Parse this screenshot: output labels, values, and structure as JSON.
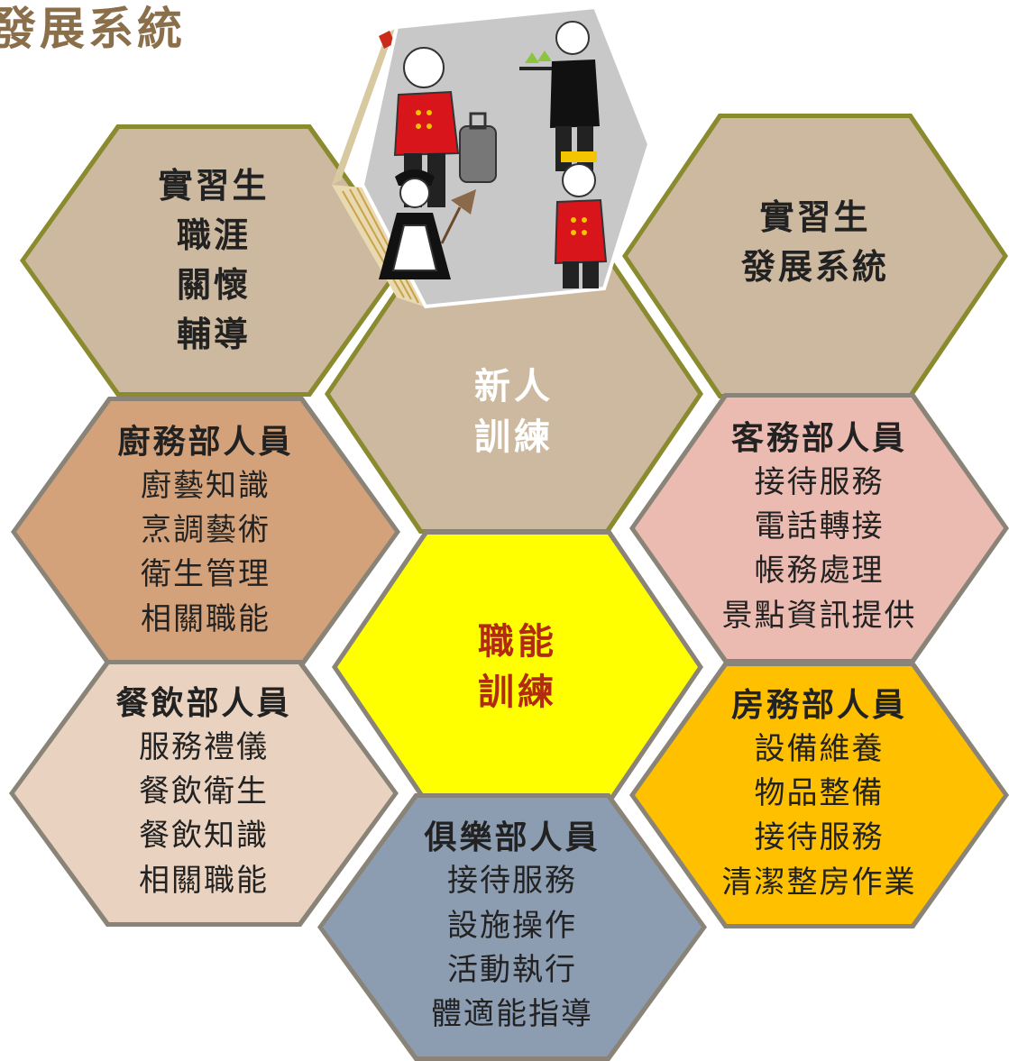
{
  "title": "發展系統",
  "hexes": {
    "career": {
      "lines": [
        "實習生",
        "職涯",
        "關懷",
        "輔導"
      ]
    },
    "newhire": {
      "lines": [
        "新人",
        "訓練"
      ]
    },
    "dev": {
      "lines": [
        "實習生",
        "發展系統"
      ]
    },
    "kitchen": {
      "head": "廚務部人員",
      "items": [
        "廚藝知識",
        "烹調藝術",
        "衛生管理",
        "相關職能"
      ]
    },
    "skills": {
      "lines": [
        "職能",
        "訓練"
      ]
    },
    "guest": {
      "head": "客務部人員",
      "items": [
        "接待服務",
        "電話轉接",
        "帳務處理",
        "景點資訊提供"
      ]
    },
    "dining": {
      "head": "餐飲部人員",
      "items": [
        "服務禮儀",
        "餐飲衛生",
        "餐飲知識",
        "相關職能"
      ]
    },
    "housekeeping": {
      "head": "房務部人員",
      "items": [
        "設備維養",
        "物品整備",
        "接待服務",
        "清潔整房作業"
      ]
    },
    "club": {
      "head": "俱樂部人員",
      "items": [
        "接待服務",
        "設施操作",
        "活動執行",
        "體適能指導"
      ]
    }
  },
  "colors": {
    "olive_border": "#8a8a2e",
    "gray_border": "#8a8478",
    "tan": "#cdb9a0",
    "kitchen": "#d3a27a",
    "skills": "#ffff00",
    "skills_text": "#b22a10",
    "guest": "#ebbab0",
    "dining": "#e9d3c0",
    "housekeeping": "#ffc000",
    "club": "#8c9db2",
    "newhire_text": "#ffffff"
  },
  "icons": [
    "bellhop-icon",
    "luggage-icon",
    "waiter-icon",
    "maid-icon",
    "feather-duster-icon"
  ]
}
